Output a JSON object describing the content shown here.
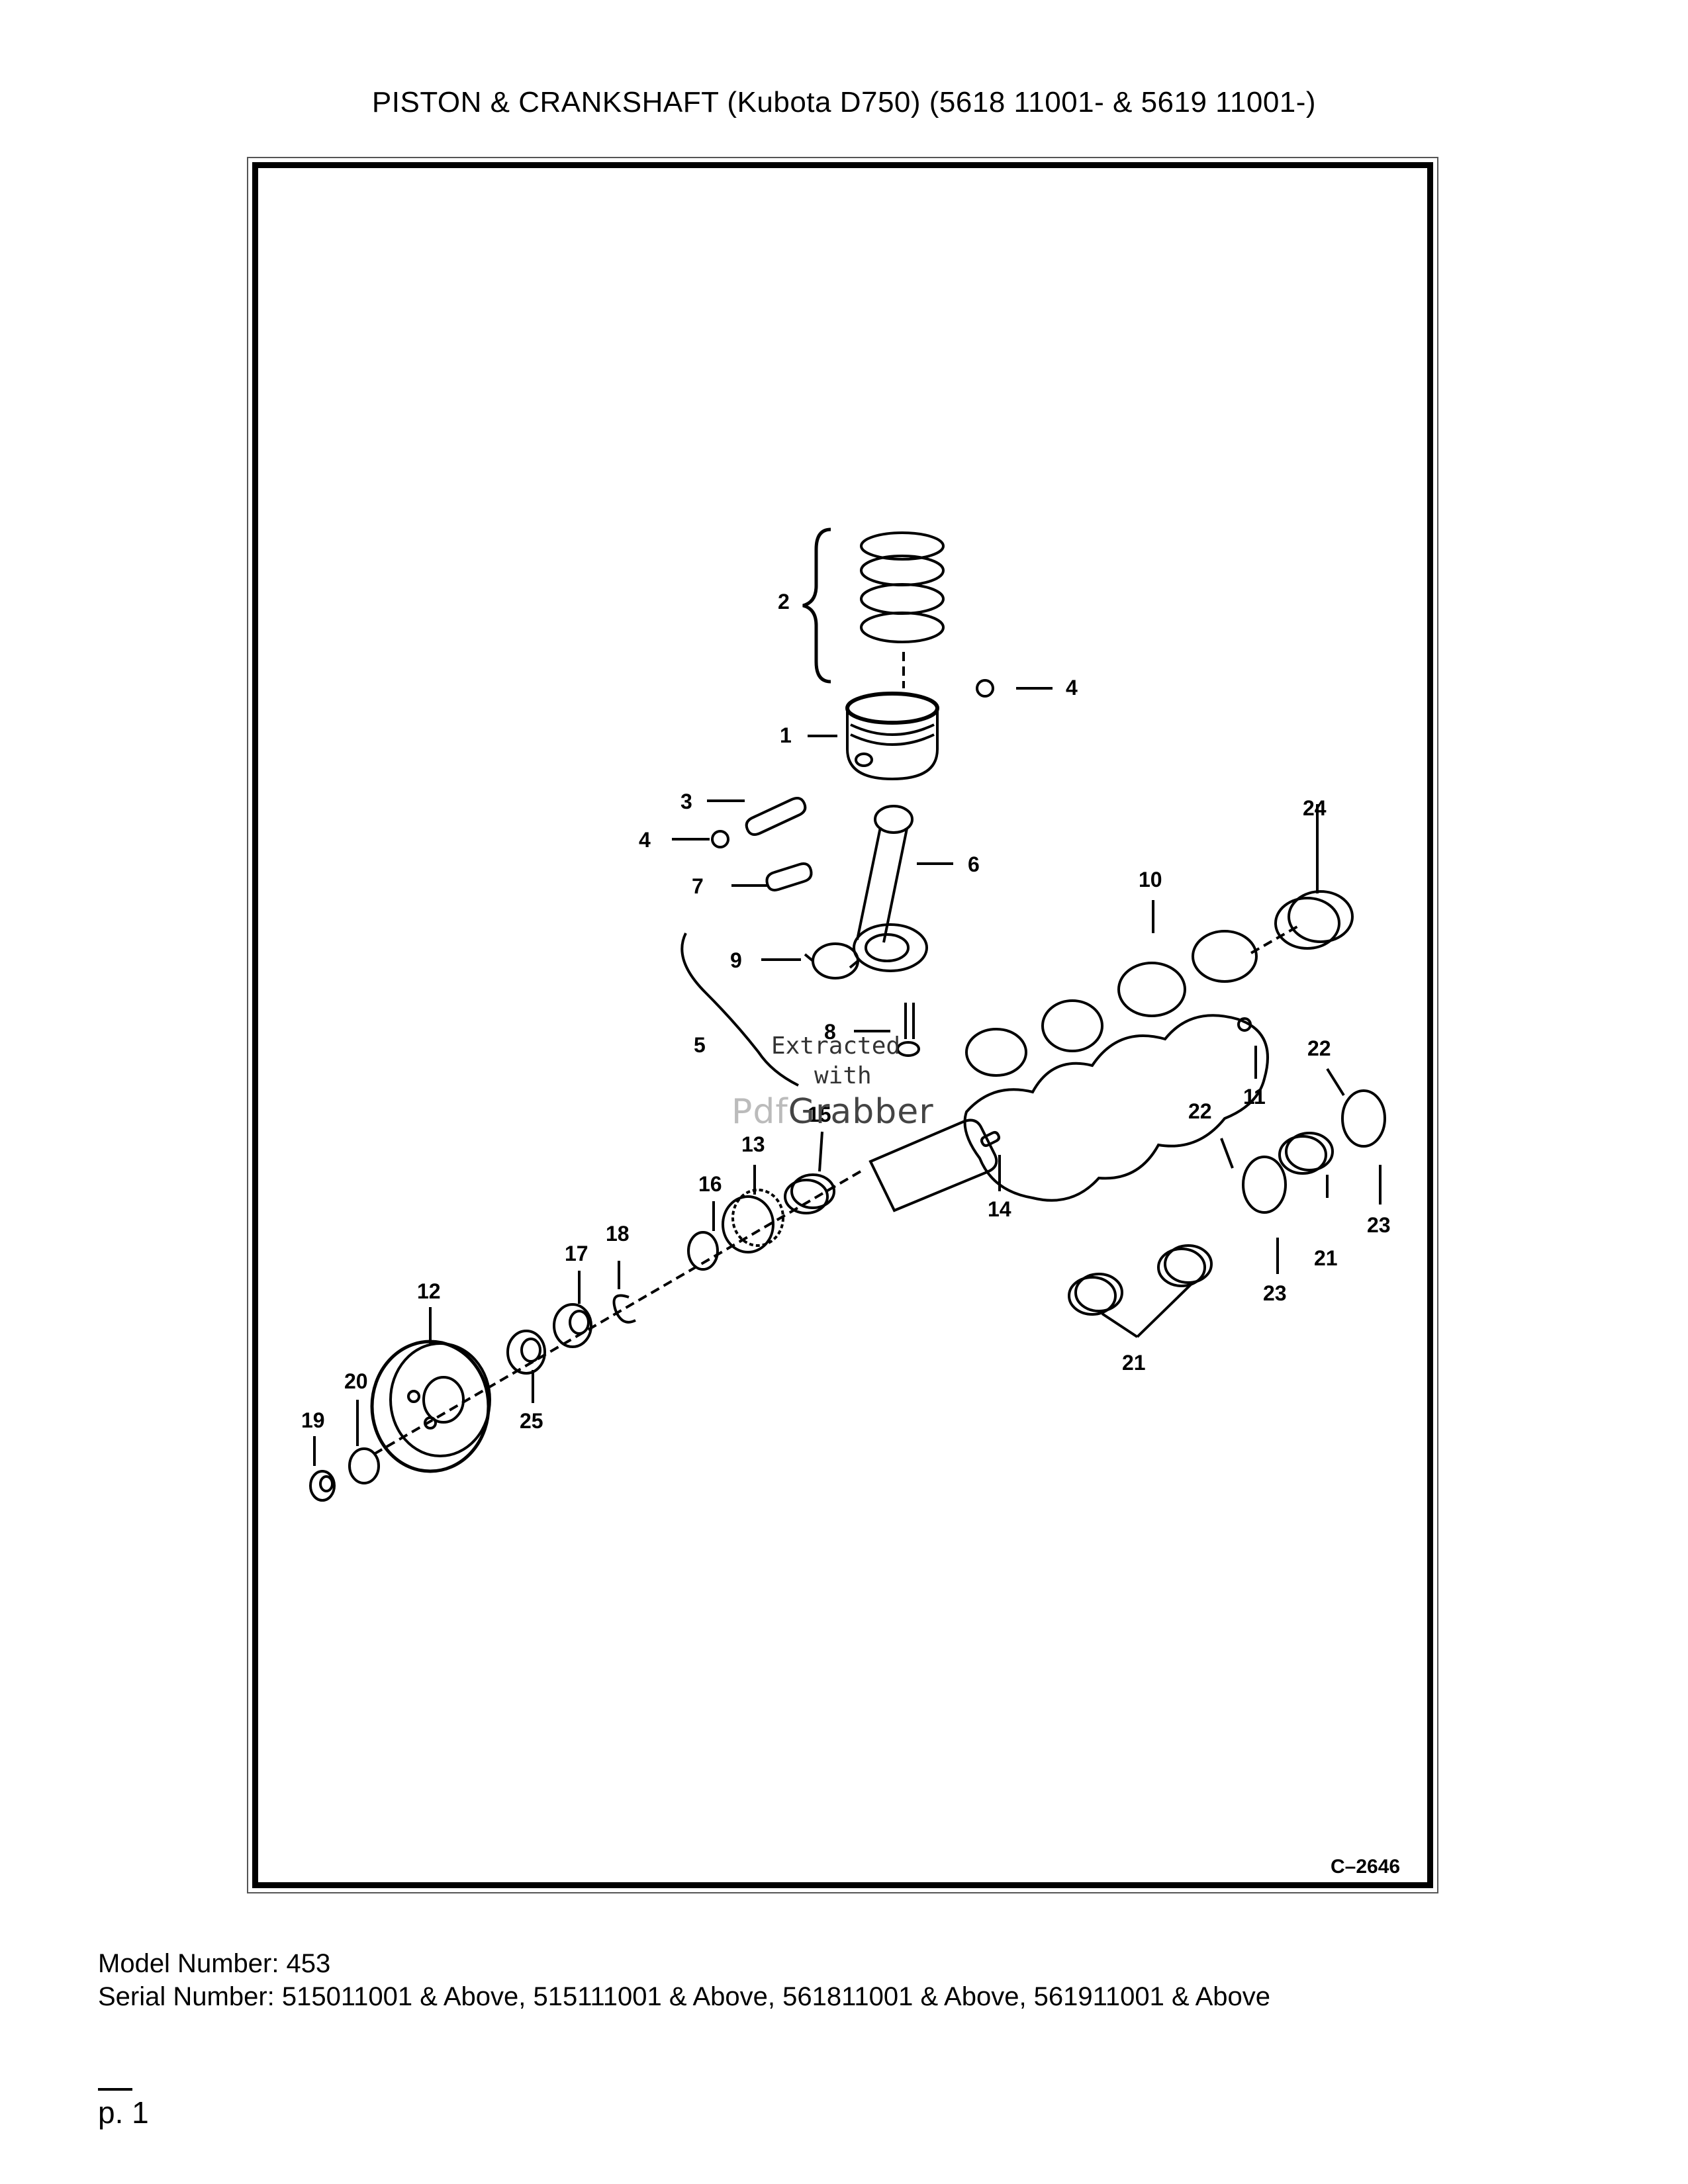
{
  "page": {
    "title": "PISTON & CRANKSHAFT (Kubota D750) (5618 11001- & 5619 11001-)",
    "figure_code": "C–2646",
    "model_number": "Model Number: 453",
    "serial_number": "Serial Number: 515011001 & Above, 515111001 & Above, 561811001 & Above, 561911001 & Above",
    "page_number": "p. 1"
  },
  "watermark": {
    "line1": "Extracted",
    "line2": "with",
    "brand_light": "Pdf",
    "brand_strong": "Grabber"
  },
  "callouts": {
    "c1": "1",
    "c2": "2",
    "c3": "3",
    "c4a": "4",
    "c4b": "4",
    "c5": "5",
    "c6": "6",
    "c7": "7",
    "c8": "8",
    "c9": "9",
    "c10": "10",
    "c11": "11",
    "c12": "12",
    "c13": "13",
    "c14": "14",
    "c15": "15",
    "c16": "16",
    "c17": "17",
    "c18": "18",
    "c19": "19",
    "c20": "20",
    "c21a": "21",
    "c21b": "21",
    "c22a": "22",
    "c22b": "22",
    "c23a": "23",
    "c23b": "23",
    "c24": "24",
    "c25": "25"
  }
}
